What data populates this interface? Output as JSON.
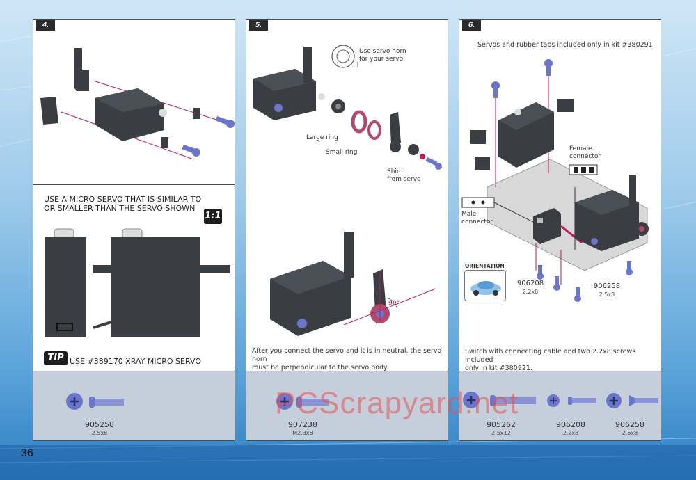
{
  "page": {
    "number": "36"
  },
  "watermark": "PCScrapyard.net",
  "steps": [
    {
      "step": "4.",
      "micro_servo_note": [
        "USE A MICRO SERVO THAT IS SIMILAR TO",
        "OR SMALLER THAN THE SERVO SHOWN"
      ],
      "scale_badge": "1:1",
      "tip_badge": "TIP",
      "tip_text": "USE #389170 XRAY MICRO SERVO",
      "parts": [
        {
          "code": "905258",
          "size": "2.5x8"
        }
      ]
    },
    {
      "step": "5.",
      "labels": {
        "horn": [
          "Use servo horn",
          "for your servo"
        ],
        "large_ring": "Large ring",
        "small_ring": "Small ring",
        "shim": [
          "Shim",
          "from servo"
        ],
        "angle": "90°"
      },
      "caption": [
        "After you connect the servo and it is in neutral, the servo horn",
        "must be perpendicular to the servo body."
      ],
      "parts": [
        {
          "code": "907238",
          "size": "M2.3x8"
        }
      ]
    },
    {
      "step": "6.",
      "note_top": "Servos and rubber tabs included only in kit #380291",
      "labels": {
        "female_connector": [
          "Female",
          "connector"
        ],
        "male_connector": [
          "Male",
          "connector"
        ],
        "orientation": "ORIENTATION"
      },
      "callouts": [
        {
          "code": "906208",
          "size": "2.2x8"
        },
        {
          "code": "906258",
          "size": "2.5x8"
        }
      ],
      "caption": [
        "Switch with connecting cable and two 2.2x8 screws included",
        "only in kit #380921."
      ],
      "parts": [
        {
          "code": "905262",
          "size": "2.5x12"
        },
        {
          "code": "906208",
          "size": "2.2x8"
        },
        {
          "code": "906258",
          "size": "2.5x8"
        }
      ]
    }
  ],
  "colors": {
    "servo_body": "#3a3d42",
    "screw_blue": "#6b75c9",
    "horn_ring": "#b04a6a",
    "arrow_magenta": "#c2185b",
    "tray": "#c4cfdb",
    "chassis": "#b8b8b8"
  },
  "icons": [
    "servo-icon",
    "screw-icon",
    "servo-horn-icon",
    "car-icon",
    "connector-icon"
  ]
}
